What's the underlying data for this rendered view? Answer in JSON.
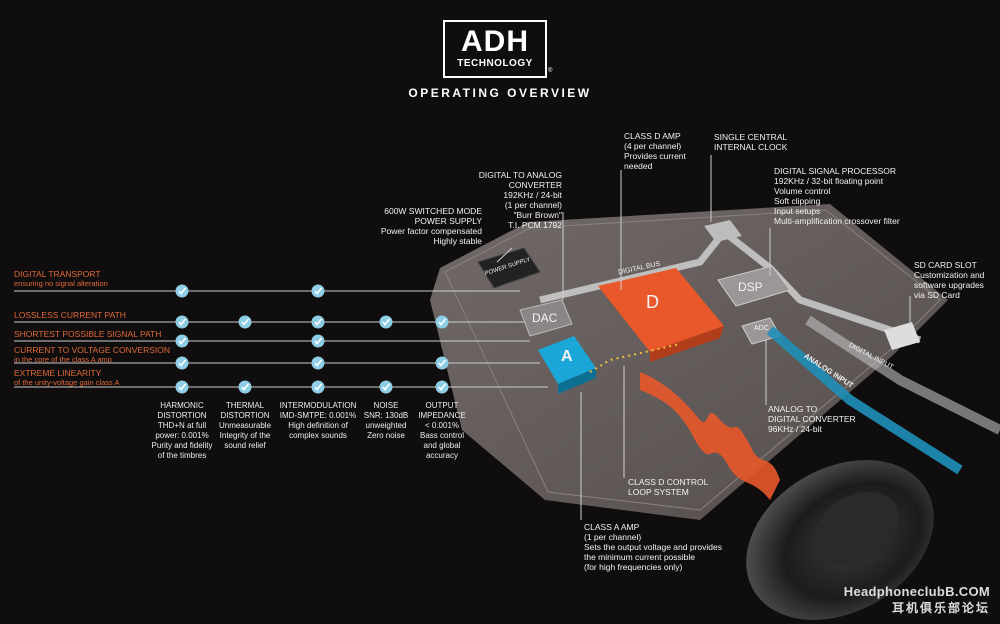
{
  "logo": {
    "brand": "ADH",
    "sub": "TECHNOLOGY",
    "reg": "®"
  },
  "heading": "OPERATING OVERVIEW",
  "board_labels": {
    "power_supply": "POWER SUPPLY",
    "digital_bus": "DIGITAL BUS",
    "dac": "DAC",
    "dsp": "DSP",
    "d": "D",
    "a": "A",
    "adc": "ADC",
    "analog_input": "ANALOG INPUT",
    "digital_input": "DIGITAL INPUT"
  },
  "callouts": {
    "class_d": [
      "CLASS D AMP",
      "(4 per channel)",
      "Provides current",
      "needed"
    ],
    "clock": [
      "SINGLE CENTRAL",
      "INTERNAL CLOCK"
    ],
    "dac": [
      "DIGITAL TO ANALOG CONVERTER",
      "192KHz / 24-bit",
      "(1 per channel)",
      "\"Burr Brown\"",
      "T.I. PCM 1792"
    ],
    "psu": [
      "600W SWITCHED MODE",
      "POWER SUPPLY",
      "Power factor compensated",
      "Highly stable"
    ],
    "dsp": [
      "DIGITAL SIGNAL PROCESSOR",
      "192KHz / 32-bit floating point",
      "Volume control",
      "Soft clipping",
      "Input setups",
      "Multi-amplification crossover filter"
    ],
    "sd": [
      "SD CARD SLOT",
      "Customization and",
      "software upgrades",
      "via SD Card"
    ],
    "adc": [
      "ANALOG TO",
      "DIGITAL CONVERTER",
      "96KHz / 24-bit"
    ],
    "loop": [
      "CLASS D CONTROL",
      "LOOP SYSTEM"
    ],
    "class_a": [
      "CLASS A AMP",
      "(1 per channel)",
      "Sets the output voltage and provides",
      "the minimum current possible",
      "(for high frequencies only)"
    ]
  },
  "features": [
    {
      "title": "DIGITAL TRANSPORT",
      "sub": "ensuring no signal alteration",
      "checks": [
        true,
        false,
        true,
        false,
        false
      ]
    },
    {
      "title": "LOSSLESS CURRENT PATH",
      "sub": "",
      "checks": [
        true,
        true,
        true,
        true,
        true
      ]
    },
    {
      "title": "SHORTEST POSSIBLE SIGNAL PATH",
      "sub": "",
      "checks": [
        true,
        false,
        true,
        false,
        false
      ]
    },
    {
      "title": "CURRENT TO VOLTAGE CONVERSION",
      "sub": "in the core of the class A amp",
      "checks": [
        true,
        false,
        true,
        false,
        true
      ]
    },
    {
      "title": "EXTREME LINEARITY",
      "sub": "of the unity-voltage gain class A",
      "checks": [
        true,
        true,
        true,
        true,
        true
      ]
    }
  ],
  "criteria": [
    {
      "lines": [
        "HARMONIC",
        "DISTORTION",
        "THD+N at full",
        "power: 0.001%",
        "Purity and fidelity",
        "of the timbres"
      ]
    },
    {
      "lines": [
        "THERMAL",
        "DISTORTION",
        "Unmeasurable",
        "Integrity of the",
        "sound relief"
      ]
    },
    {
      "lines": [
        "INTERMODULATION",
        "IMD-SMTPE: 0.001%",
        "High definition of",
        "complex sounds"
      ]
    },
    {
      "lines": [
        "NOISE",
        "SNR: 130dB",
        "unweighted",
        "Zero noise"
      ]
    },
    {
      "lines": [
        "OUTPUT",
        "IMPEDANCE",
        "< 0.001%",
        "Bass control",
        "and global",
        "accuracy"
      ]
    }
  ],
  "watermark": {
    "site": "HeadphoneclubB.COM",
    "cn": "耳机俱乐部论坛"
  },
  "colors": {
    "accent": "#e8582a",
    "cyan": "#1aa6d6",
    "check": "#8ecde6",
    "board": "#6d6563"
  }
}
